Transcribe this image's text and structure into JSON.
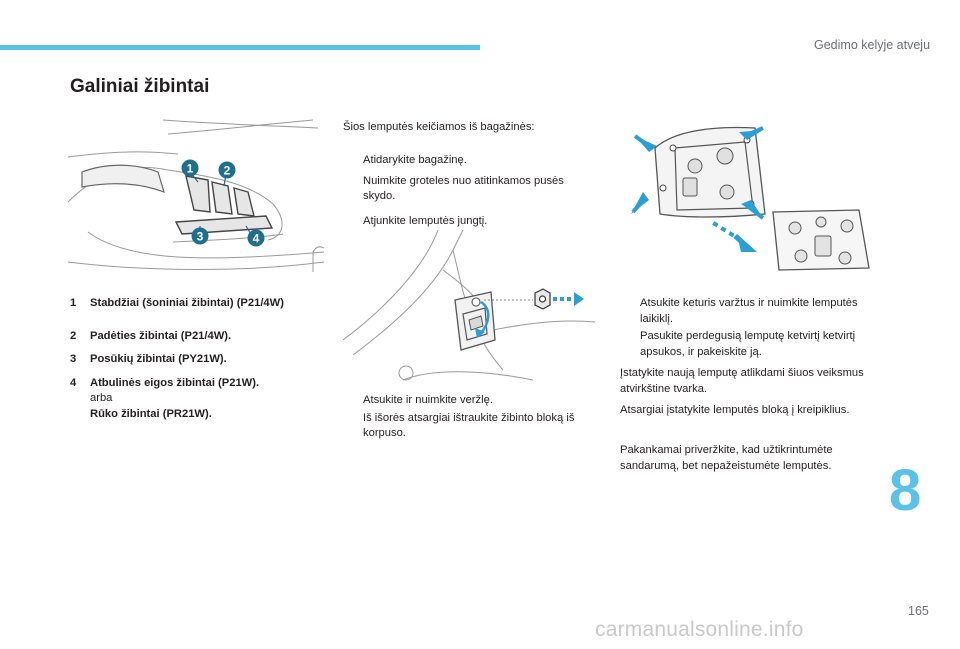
{
  "header": {
    "section_title": "Gedimo kelyje atveju"
  },
  "page": {
    "heading": "Galiniai žibintai",
    "chapter_number": "8",
    "page_number": "165",
    "watermark": "carmanualsonline.info"
  },
  "intro": "Šios lemputės keičiamos iš bagažinės:",
  "bullet_mark": "",
  "steps_group1": [
    "Atidarykite bagažinę.",
    "Nuimkite groteles nuo atitinkamos pusės skydo.",
    "Atjunkite lemputės jungtį."
  ],
  "steps_group2": [
    "Atsukite ir nuimkite veržlę.",
    "Iš išorės atsargiai ištraukite žibinto bloką iš korpuso."
  ],
  "steps_group3": [
    "Atsukite keturis varžtus ir nuimkite lemputės laikiklį.",
    "Pasukite perdegusią lemputę ketvirtį ketvirtį apsukos, ir pakeiskite ją."
  ],
  "paragraphs": [
    "Įstatykite naują lemputę atlikdami šiuos veiksmus atvirkštine tvarka.",
    "Atsargiai įstatykite lemputės bloką į kreipiklius.",
    "Pakankamai priveržkite, kad užtikrintumėte sandarumą, bet nepažeistumėte lemputės."
  ],
  "lamps": [
    {
      "num": "1",
      "label": "Stabdžiai (šoniniai žibintai) (P21/4W)"
    },
    {
      "num": "2",
      "label": "Padėties žibintai (P21/4W)."
    },
    {
      "num": "3",
      "label": "Posūkių žibintai (PY21W)."
    },
    {
      "num": "4",
      "label": "Atbulinės eigos žibintai (P21W).",
      "alt": "arba",
      "label2": "Rūko žibintai (PR21W)."
    }
  ],
  "callouts": [
    "1",
    "2",
    "3",
    "4"
  ],
  "colors": {
    "accent": "#5bc2e7",
    "callout": "#1e6f8e",
    "arrow": "#2a9fd6"
  }
}
